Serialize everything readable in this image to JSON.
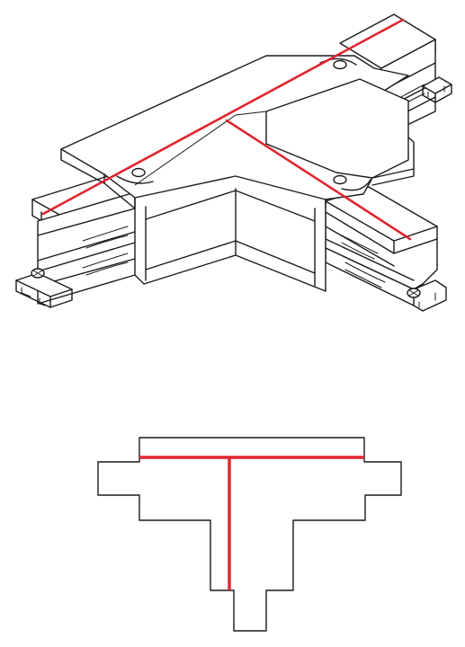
{
  "diagram": {
    "type": "connector-drawing",
    "views": [
      "isometric",
      "top"
    ],
    "colors": {
      "outline": "#1a1a1a",
      "conductor": "#e0252f",
      "background": "#ffffff"
    },
    "icons": [
      "screw-icon"
    ]
  }
}
